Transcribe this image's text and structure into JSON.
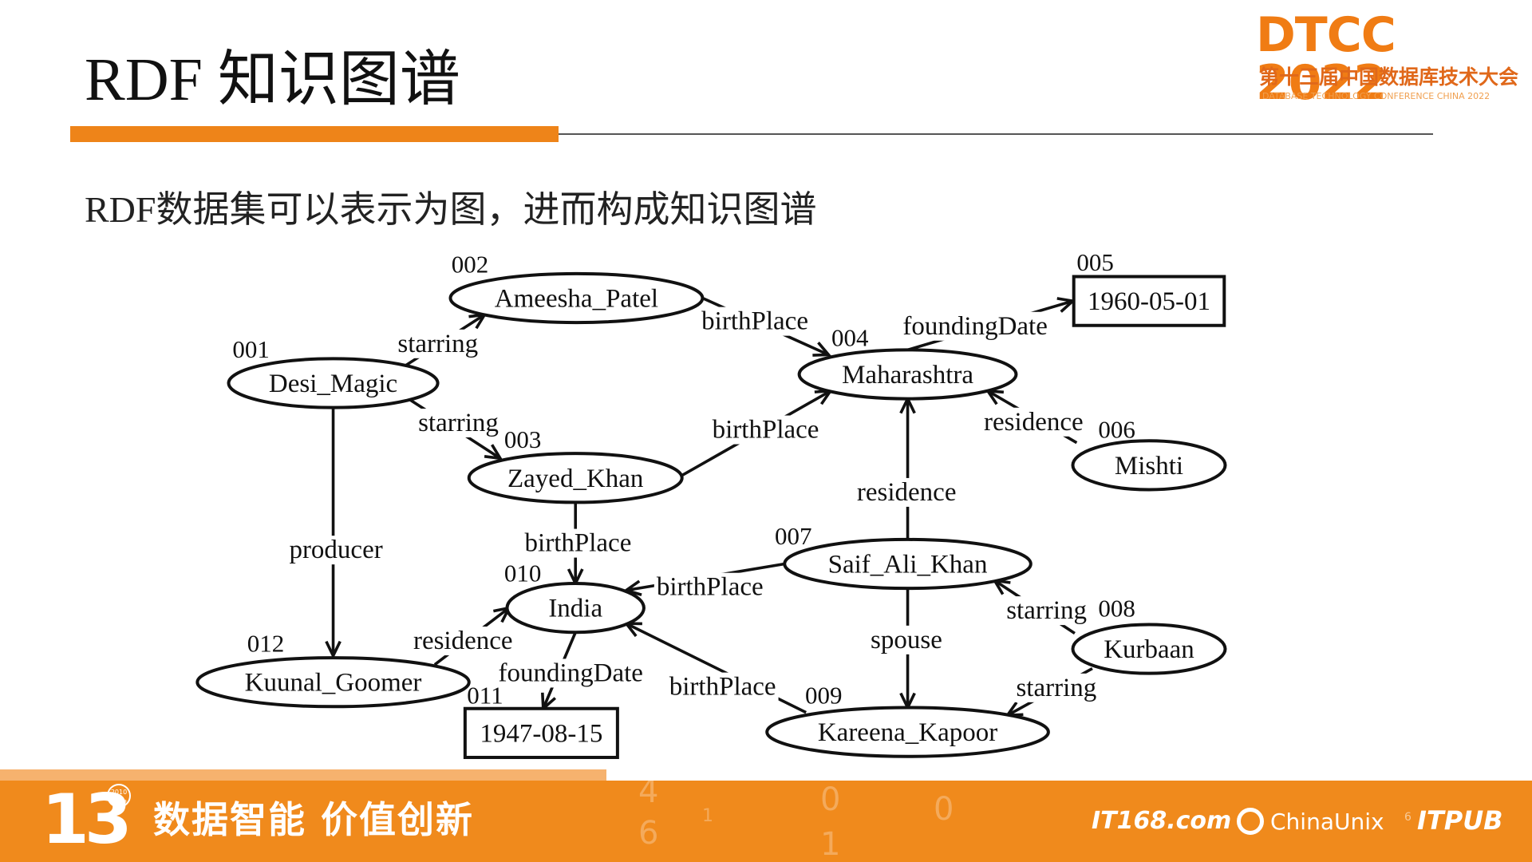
{
  "header": {
    "title": "RDF 知识图谱",
    "logo_main": "DTCC 2022",
    "logo_sub": "第十三届中国数据库技术大会",
    "logo_sub_en": "DATABASE TECHNOLOGY CONFERENCE CHINA 2022"
  },
  "subtitle": "RDF数据集可以表示为图，进而构成知识图谱",
  "diagram": {
    "nodes": [
      {
        "id": "001",
        "label": "Desi_Magic",
        "shape": "ellipse"
      },
      {
        "id": "002",
        "label": "Ameesha_Patel",
        "shape": "ellipse"
      },
      {
        "id": "003",
        "label": "Zayed_Khan",
        "shape": "ellipse"
      },
      {
        "id": "004",
        "label": "Maharashtra",
        "shape": "ellipse"
      },
      {
        "id": "005",
        "label": "1960-05-01",
        "shape": "rect"
      },
      {
        "id": "006",
        "label": "Mishti",
        "shape": "ellipse"
      },
      {
        "id": "007",
        "label": "Saif_Ali_Khan",
        "shape": "ellipse"
      },
      {
        "id": "008",
        "label": "Kurbaan",
        "shape": "ellipse"
      },
      {
        "id": "009",
        "label": "Kareena_Kapoor",
        "shape": "ellipse"
      },
      {
        "id": "010",
        "label": "India",
        "shape": "ellipse"
      },
      {
        "id": "011",
        "label": "1947-08-15",
        "shape": "rect"
      },
      {
        "id": "012",
        "label": "Kuunal_Goomer",
        "shape": "ellipse"
      }
    ],
    "edges": [
      {
        "from": "001",
        "to": "002",
        "label": "starring"
      },
      {
        "from": "001",
        "to": "003",
        "label": "starring"
      },
      {
        "from": "001",
        "to": "012",
        "label": "producer"
      },
      {
        "from": "002",
        "to": "004",
        "label": "birthPlace"
      },
      {
        "from": "003",
        "to": "004",
        "label": "birthPlace"
      },
      {
        "from": "003",
        "to": "010",
        "label": "birthPlace"
      },
      {
        "from": "004",
        "to": "005",
        "label": "foundingDate"
      },
      {
        "from": "006",
        "to": "004",
        "label": "residence"
      },
      {
        "from": "007",
        "to": "004",
        "label": "residence"
      },
      {
        "from": "007",
        "to": "010",
        "label": "birthPlace"
      },
      {
        "from": "007",
        "to": "009",
        "label": "spouse"
      },
      {
        "from": "008",
        "to": "007",
        "label": "starring"
      },
      {
        "from": "008",
        "to": "009",
        "label": "starring"
      },
      {
        "from": "012",
        "to": "010",
        "label": "residence"
      },
      {
        "from": "010",
        "to": "011",
        "label": "foundingDate"
      },
      {
        "from": "009",
        "to": "010",
        "label": "birthPlace"
      }
    ]
  },
  "footer": {
    "anniversary_number": "13",
    "anniversary_years": "2010 2022",
    "slogan": "数据智能 价值创新",
    "sponsors": [
      "IT168.com",
      "ChinaUnix",
      "ITPUB"
    ],
    "page_number": "6"
  }
}
